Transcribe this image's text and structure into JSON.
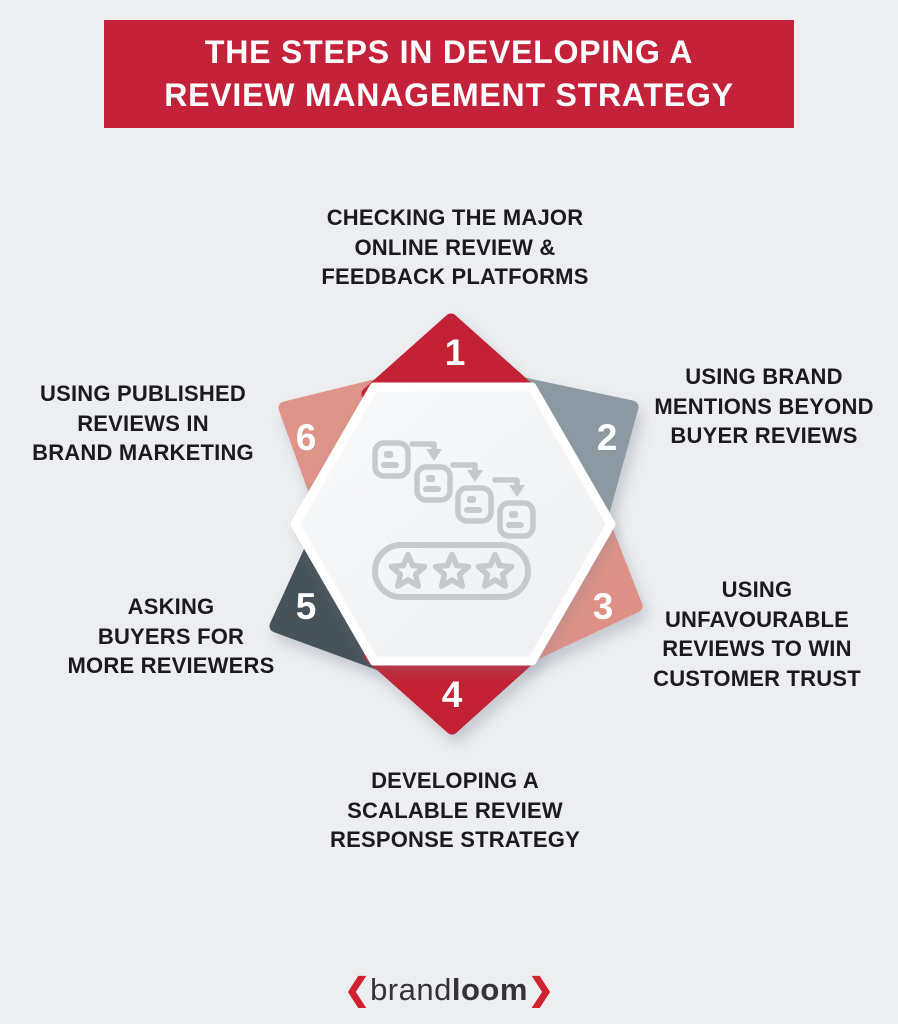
{
  "page": {
    "background": "#edeef0"
  },
  "banner": {
    "title_line1": "THE STEPS IN DEVELOPING A",
    "title_line2": "REVIEW MANAGEMENT STRATEGY",
    "bg_color": "#c4223a",
    "text_color": "#ffffff"
  },
  "steps": [
    {
      "num": "1",
      "color": "#c32136",
      "label": "CHECKING THE MAJOR\nONLINE REVIEW &\nFEEDBACK PLATFORMS"
    },
    {
      "num": "2",
      "color": "#8b9aa2",
      "label": "USING BRAND\nMENTIONS BEYOND\nBUYER REVIEWS"
    },
    {
      "num": "3",
      "color": "#dd9186",
      "label": "USING\nUNFAVOURABLE\nREVIEWS TO WIN\nCUSTOMER TRUST"
    },
    {
      "num": "4",
      "color": "#c32136",
      "label": "DEVELOPING A\nSCALABLE REVIEW\nRESPONSE STRATEGY"
    },
    {
      "num": "5",
      "color": "#47525a",
      "label": "ASKING\nBUYERS FOR\nMORE REVIEWERS"
    },
    {
      "num": "6",
      "color": "#de9488",
      "label": "USING PUBLISHED\nREVIEWS IN\nBRAND MARKETING"
    }
  ],
  "center_icon": {
    "name": "review-cards-with-three-star-rating-icon",
    "color": "#c7cacd",
    "hexagon_fill": "#f4f5f7",
    "hexagon_border": "#ffffff"
  },
  "footer_logo": {
    "left_bracket": "❮",
    "brand": "brand",
    "loom": "loom",
    "right_bracket": "❯",
    "bracket_color": "#d0232e",
    "text_color": "#343436"
  }
}
